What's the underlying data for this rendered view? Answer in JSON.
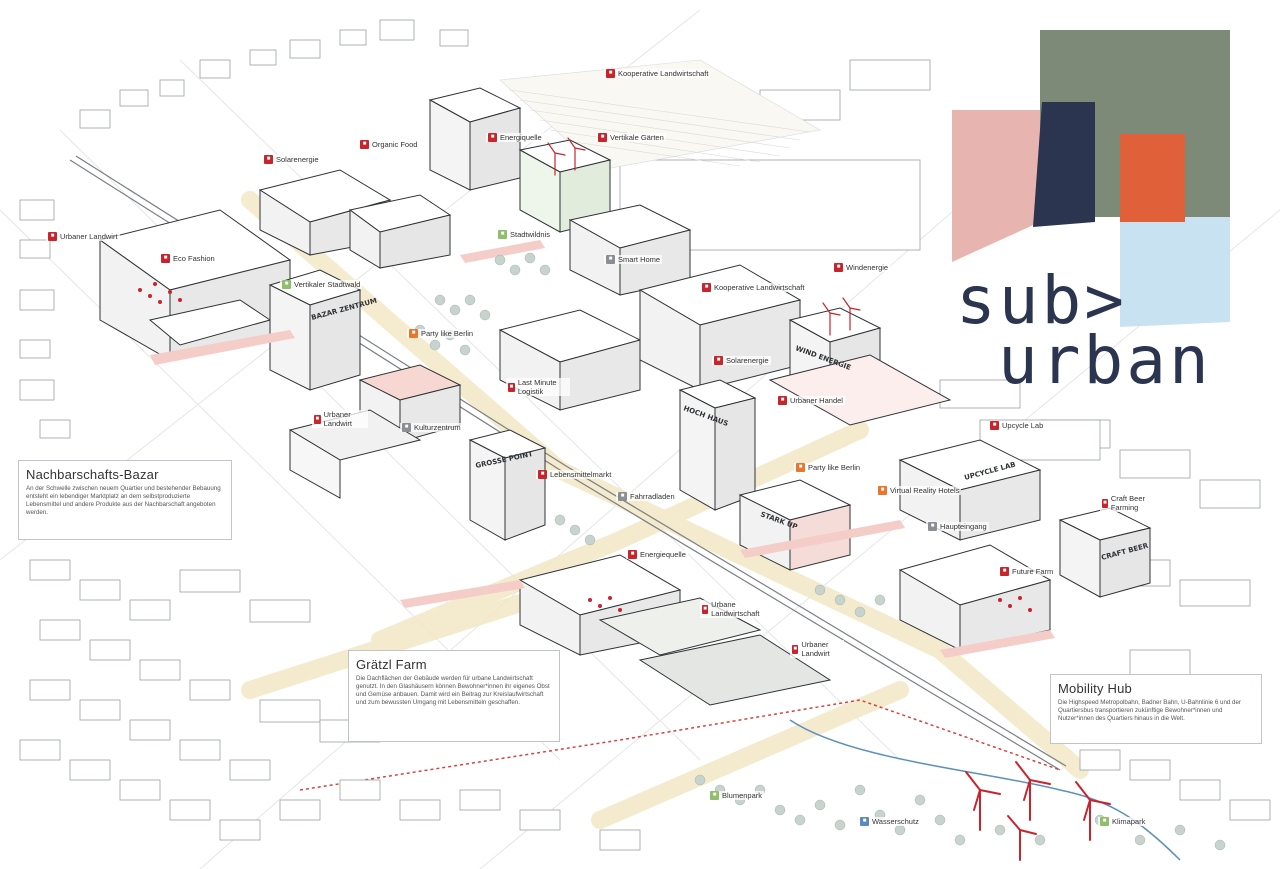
{
  "logo": {
    "line1": "sub>",
    "line2": "urban",
    "colors": {
      "pink": "#e8b4b0",
      "olive": "#7e8a78",
      "navy": "#2b3550",
      "orange": "#e0603a",
      "lightblue": "#c9e2f1"
    }
  },
  "callouts": [
    {
      "title": "Nachbarschafts-Bazar",
      "text": "An der Schwelle zwischen neuem Quartier und bestehender Bebauung entsteht ein lebendiger Marktplatz an dem selbstproduzierte Lebensmittel und andere Produkte aus der Nachbarschaft angeboten werden."
    },
    {
      "title": "Grätzl Farm",
      "text": "Die Dachflächen der Gebäude werden für urbane Landwirtschaft genutzt. In den Glashäusern können Bewohner*innen ihr eigenes Obst und Gemüse anbauen. Damit wird ein Beitrag zur Kreislaufwirtschaft und zum bewussten Umgang mit Lebensmitteln geschaffen."
    },
    {
      "title": "Mobility Hub",
      "text": "Die Highspeed Metropolbahn, Badner Bahn, U-Bahnlinie 6 und der Quartiersbus transportieren zukünftige Bewohner*innen und Nutzer*innen des Quartiers hinaus in die Welt."
    }
  ],
  "labels": [
    {
      "text": "Kooperative Landwirtschaft",
      "icon": "red"
    },
    {
      "text": "Energiquelle",
      "icon": "red"
    },
    {
      "text": "Vertikale Gärten",
      "icon": "red"
    },
    {
      "text": "Solarenergie",
      "icon": "red"
    },
    {
      "text": "Organic Food",
      "icon": "red"
    },
    {
      "text": "Urbaner Landwirt",
      "icon": "red"
    },
    {
      "text": "Eco Fashion",
      "icon": "red"
    },
    {
      "text": "Stadtwildnis",
      "icon": "green"
    },
    {
      "text": "Vertikaler Stadtwald",
      "icon": "green"
    },
    {
      "text": "Smart Home",
      "icon": "grey"
    },
    {
      "text": "Kooperative Landwirtschaft",
      "icon": "red"
    },
    {
      "text": "Windenergie",
      "icon": "red"
    },
    {
      "text": "Party like Berlin",
      "icon": "orange"
    },
    {
      "text": "Solarenergie",
      "icon": "red"
    },
    {
      "text": "Last Minute Logistik",
      "icon": "red"
    },
    {
      "text": "Urbaner Handel",
      "icon": "red"
    },
    {
      "text": "Urbaner Landwirt",
      "icon": "red"
    },
    {
      "text": "Kulturzentrum",
      "icon": "grey"
    },
    {
      "text": "Upcycle Lab",
      "icon": "red"
    },
    {
      "text": "Party like Berlin",
      "icon": "orange"
    },
    {
      "text": "Lebensmittelmarkt",
      "icon": "red"
    },
    {
      "text": "Virtual Reality Hotels",
      "icon": "orange"
    },
    {
      "text": "Craft Beer Farming",
      "icon": "red"
    },
    {
      "text": "Fahrradladen",
      "icon": "grey"
    },
    {
      "text": "Haupteingang",
      "icon": "grey"
    },
    {
      "text": "Energiequelle",
      "icon": "red"
    },
    {
      "text": "Future Farm",
      "icon": "red"
    },
    {
      "text": "Urbane Landwirtschaft",
      "icon": "red"
    },
    {
      "text": "Urbaner Landwirt",
      "icon": "red"
    },
    {
      "text": "Blumenpark",
      "icon": "green"
    },
    {
      "text": "Wasserschutz",
      "icon": "blue"
    },
    {
      "text": "Klimapark",
      "icon": "green"
    }
  ],
  "building_signs": [
    {
      "text": "BAZAR ZENTRUM"
    },
    {
      "text": "GROSSE POINT"
    },
    {
      "text": "UPCYCLE LAB"
    },
    {
      "text": "STARK UP"
    },
    {
      "text": "CRAFT BEER"
    },
    {
      "text": "HOCH HAUS"
    },
    {
      "text": "WIND ENERGIE"
    }
  ]
}
